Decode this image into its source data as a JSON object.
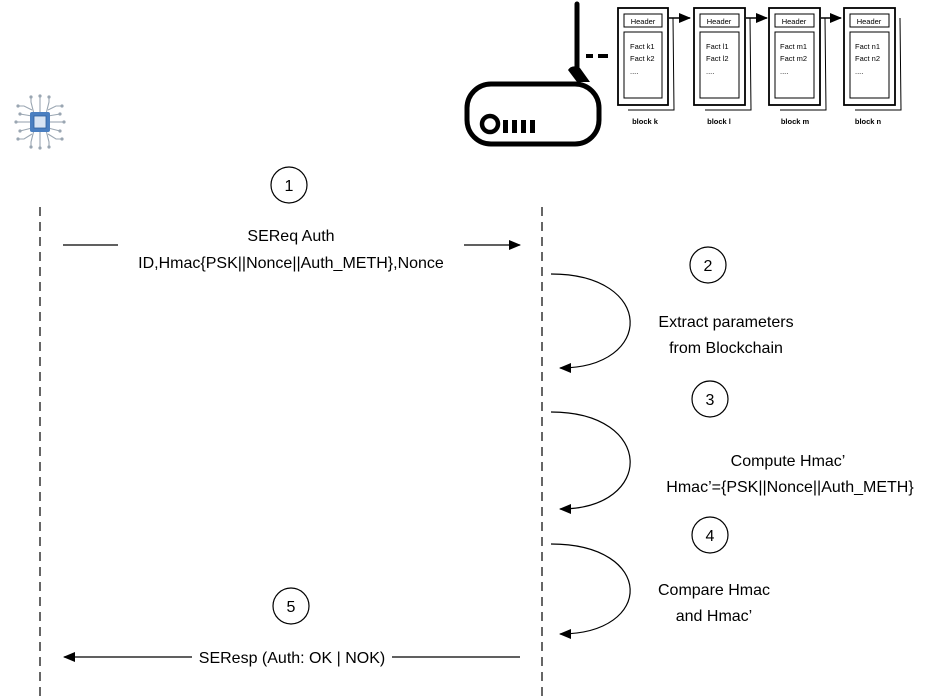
{
  "steps": [
    {
      "number": "1"
    },
    {
      "number": "2"
    },
    {
      "number": "3"
    },
    {
      "number": "4"
    },
    {
      "number": "5"
    }
  ],
  "request": {
    "line1": "SEReq Auth",
    "line2": "ID,Hmac{PSK||Nonce||Auth_METH},Nonce"
  },
  "processing": {
    "extract_line1": "Extract parameters",
    "extract_line2": "from Blockchain",
    "compute_line1": "Compute Hmac’",
    "compute_line2": "Hmac’={PSK||Nonce||Auth_METH}",
    "compare_line1": "Compare Hmac",
    "compare_line2": "and Hmac’"
  },
  "response": {
    "label": "SEResp (Auth: OK | NOK)"
  },
  "blockchain": {
    "connector": "--",
    "blocks": [
      {
        "header": "Header",
        "fact1": "Fact k1",
        "fact2": "Fact k2",
        "ellipsis": "....",
        "name": "block k"
      },
      {
        "header": "Header",
        "fact1": "Fact l1",
        "fact2": "Fact l2",
        "ellipsis": "....",
        "name": "block l"
      },
      {
        "header": "Header",
        "fact1": "Fact m1",
        "fact2": "Fact m2",
        "ellipsis": "....",
        "name": "block m"
      },
      {
        "header": "Header",
        "fact1": "Fact n1",
        "fact2": "Fact n2",
        "ellipsis": "....",
        "name": "block n"
      }
    ]
  },
  "icons": {
    "device": "microchip-icon",
    "gateway": "router-icon"
  },
  "colors": {
    "stroke": "#000000",
    "chip_body": "#4a7fc1",
    "chip_core": "#d7e4f4",
    "chip_traces": "#9aa6b2",
    "background": "#ffffff"
  }
}
